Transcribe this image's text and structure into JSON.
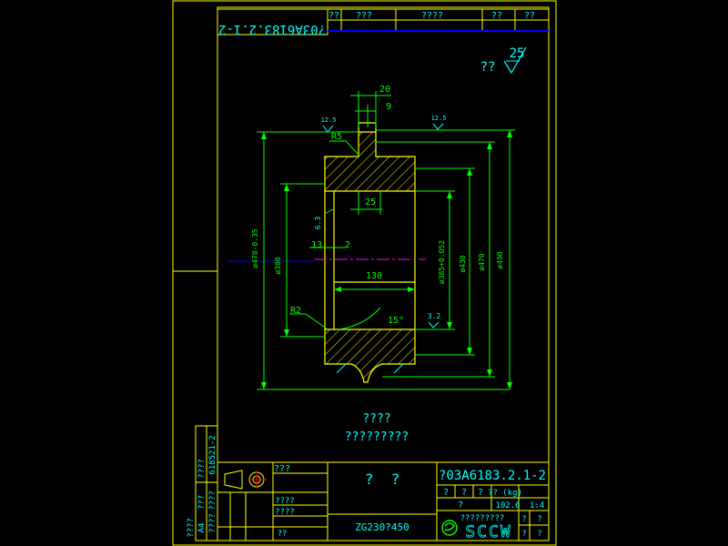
{
  "colors": {
    "background": "#000000",
    "frame": "#ffff00",
    "geometry": "#ffff00",
    "dimension": "#00ff00",
    "text": "#ffff00",
    "titleblock_text": "#ffff00",
    "annotation": "#00ffff",
    "center_line": "#ff00ff",
    "blue_line": "#0000ff"
  },
  "drawing": {
    "top_code": "?03A6183.2.1-2",
    "top_table_cells": [
      "??",
      "???",
      "????",
      "??",
      "??"
    ],
    "roughness_symbol": "??",
    "roughness_value": "25",
    "dimensions": {
      "d20": "20",
      "d9": "9",
      "r12_5_left": "12.5",
      "r12_5_right": "12.5",
      "r5": "R5",
      "d25": "25",
      "d6_3": "6.3",
      "d13": "13",
      "d2": "2",
      "d130": "130",
      "dia478": "ø478-0.35",
      "dia300": "ø300",
      "dia385": "ø385+0.052",
      "dia430": "ø430",
      "dia470": "ø470",
      "dia490": "ø490",
      "r2": "R2",
      "angle15": "15°",
      "r3_2": "3.2"
    },
    "notes": [
      "????",
      "?????????"
    ],
    "side_strip_labels": [
      "????",
      "618521-2",
      "???",
      "A4",
      "????",
      "????",
      "????"
    ]
  },
  "titleblock": {
    "part_code": "?03A6183.2.1-2",
    "part_name": "?  ?",
    "material": "ZG230?450",
    "cells_left": [
      "???",
      "????",
      "????",
      "??"
    ],
    "mass_label": "?? (kg)",
    "scale_label_cells": [
      "?",
      "?",
      "?",
      "?"
    ],
    "mass_value": "102.6",
    "scale_value": "1:4",
    "company_text": "?????????",
    "company_logo": "SCCW",
    "sheet_cells": [
      "?",
      "?",
      "?",
      "?"
    ]
  }
}
